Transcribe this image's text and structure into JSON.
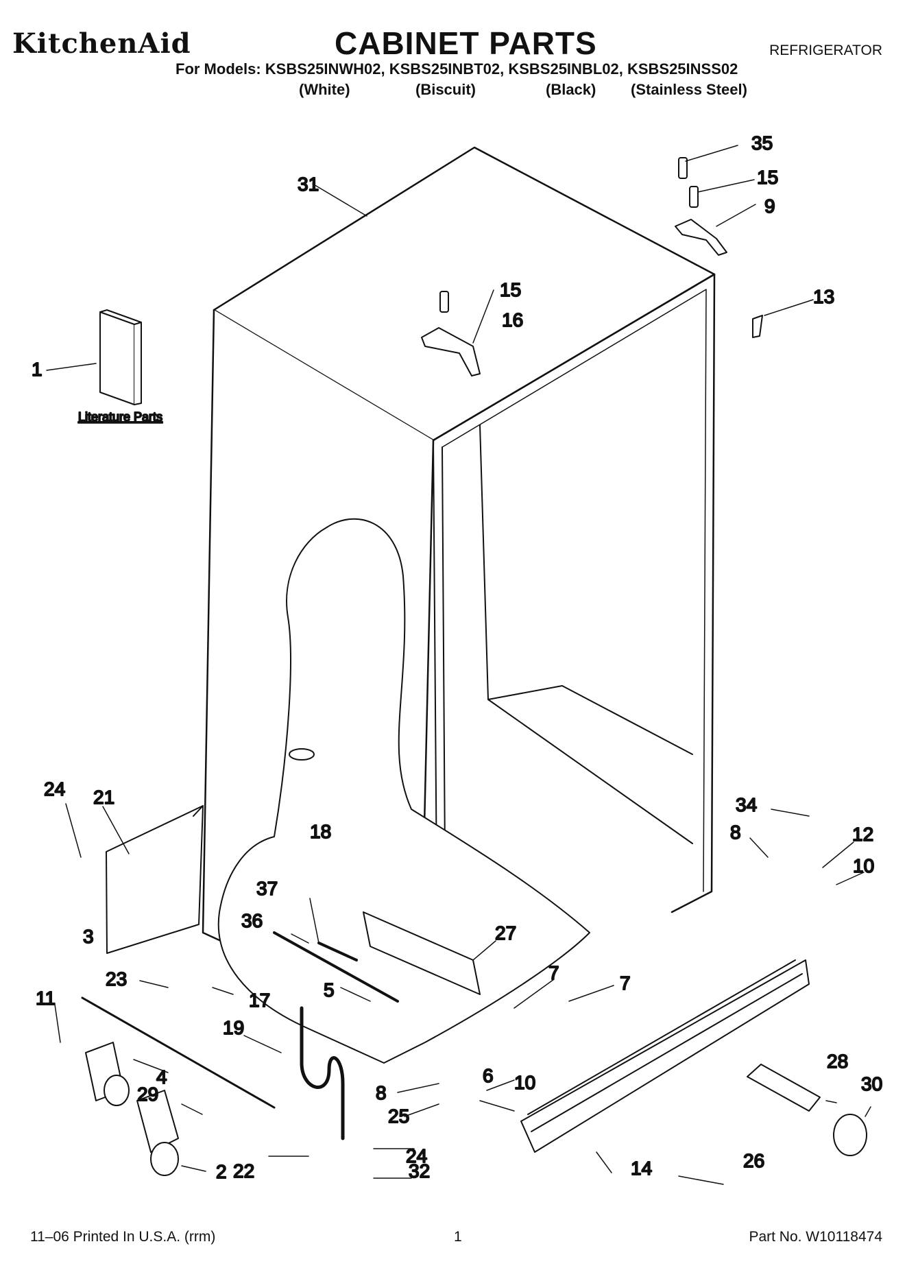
{
  "header": {
    "brand": "KitchenAid",
    "title": "CABINET PARTS",
    "appliance": "REFRIGERATOR",
    "models_line": "For Models: KSBS25INWH02, KSBS25INBT02, KSBS25INBL02, KSBS25INSS02",
    "colors": [
      "(White)",
      "(Biscuit)",
      "(Black)",
      "(Stainless Steel)"
    ]
  },
  "diagram": {
    "literature_label": "Literature Parts",
    "callouts": [
      "35",
      "15",
      "31",
      "9",
      "15",
      "13",
      "16",
      "1",
      "24",
      "21",
      "18",
      "34",
      "8",
      "12",
      "10",
      "37",
      "3",
      "36",
      "27",
      "7",
      "7",
      "23",
      "17",
      "5",
      "11",
      "19",
      "6",
      "10",
      "28",
      "30",
      "4",
      "29",
      "8",
      "25",
      "24",
      "22",
      "2",
      "32",
      "14",
      "26"
    ]
  },
  "footer": {
    "print_info": "11–06 Printed In U.S.A. (rrm)",
    "page": "1",
    "part_no": "Part No. W10118474"
  }
}
